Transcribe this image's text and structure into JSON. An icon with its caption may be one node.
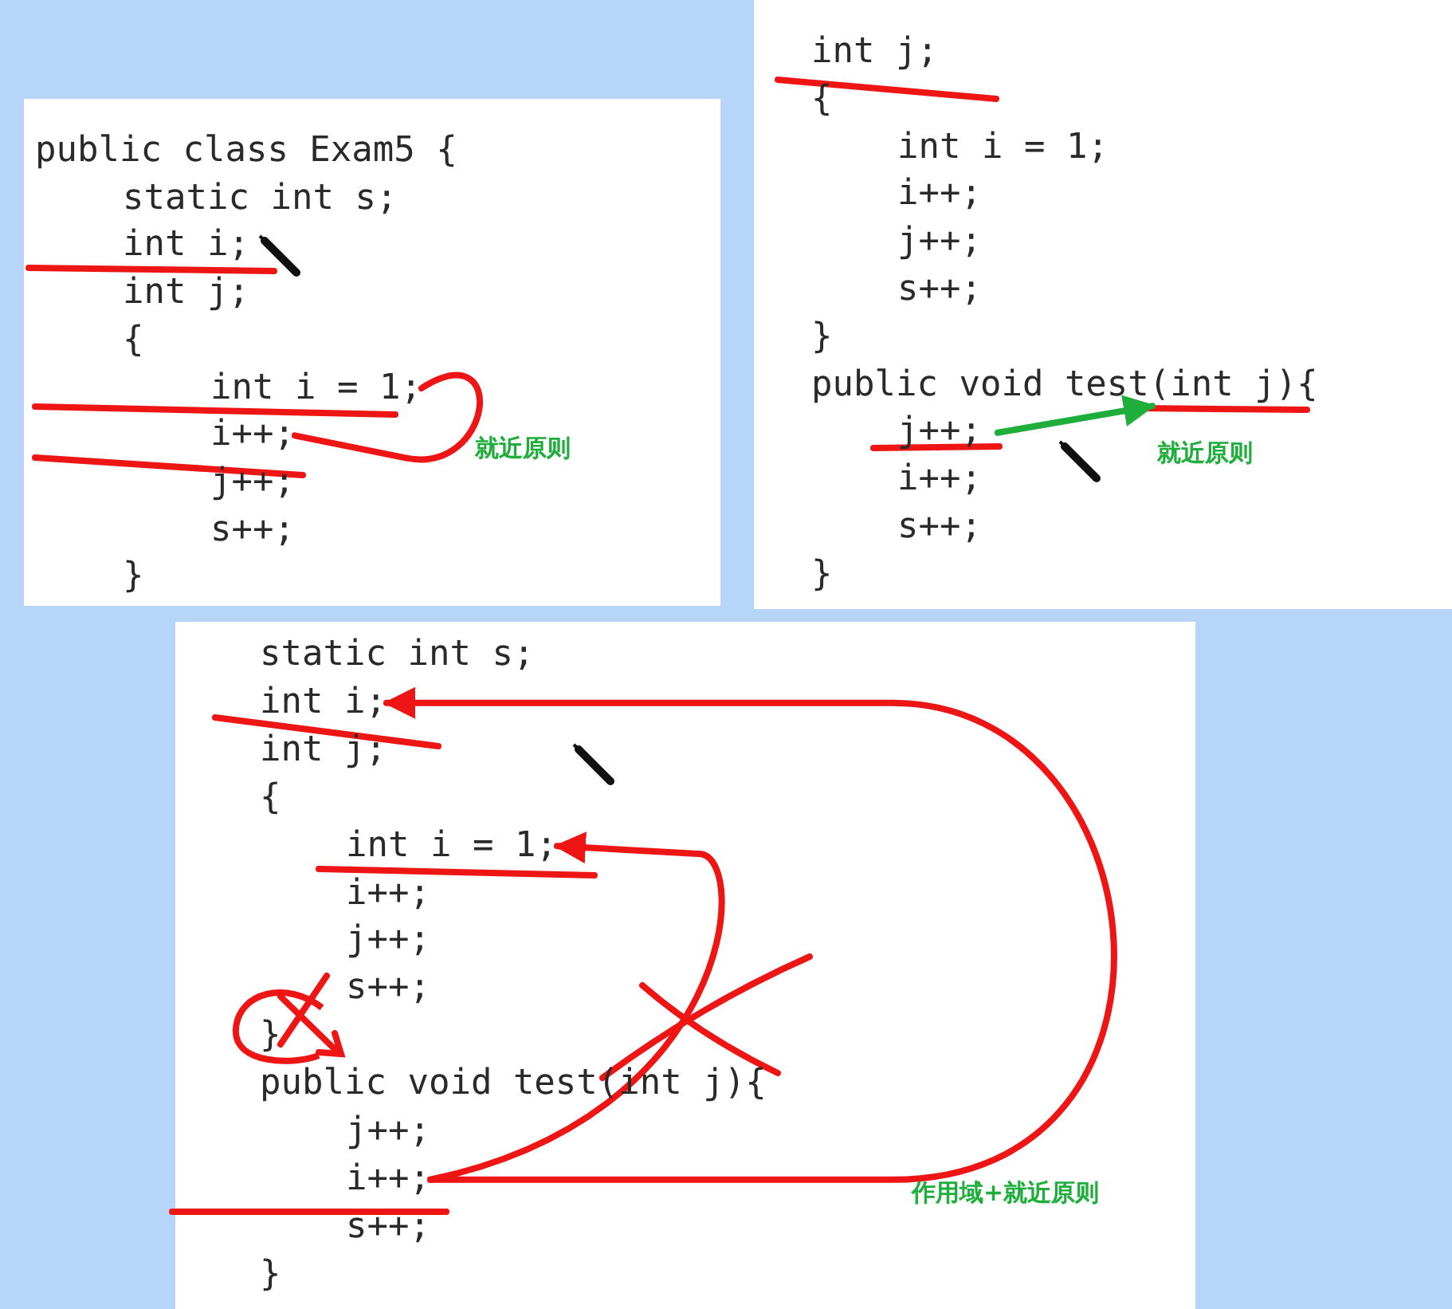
{
  "diagram": {
    "nodes": [
      {
        "text": [
          "int i = 1;"
        ]
      },
      {
        "text": [
          "i++;"
        ]
      },
      {
        "text": [
          "public void test(int j){"
        ]
      },
      {
        "text": [
          "j++;"
        ]
      },
      {
        "text": [
          "int i;"
        ]
      },
      {
        "text": [
          "int i = 1;"
        ]
      },
      {
        "text": [
          "i++;"
        ]
      }
    ],
    "edges": [
      {
        "from": 0,
        "to": 1,
        "arrow": "none"
      },
      {
        "from": 3,
        "to": 2,
        "arrow": "to",
        "color": "#1fae3c"
      },
      {
        "from": 6,
        "to": 4,
        "arrow": "to"
      },
      {
        "from": 6,
        "to": 5,
        "arrow": "to"
      }
    ],
    "labels": [
      "public class Exam5 {",
      "static int s;",
      "int i;",
      "int j;",
      "{",
      "j++;",
      "s++;",
      "}",
      "就近原则",
      "int j;",
      "{",
      "int i = 1;",
      "i++;",
      "j++;",
      "s++;",
      "}",
      "i++;",
      "s++;",
      "}",
      "就近原则",
      "static int s;",
      "int j;",
      "{",
      "i++;",
      "j++;",
      "s++;",
      "}",
      "public void test(int j){",
      "j++;",
      "s++;",
      "}",
      "作用域+就近原则"
    ]
  }
}
